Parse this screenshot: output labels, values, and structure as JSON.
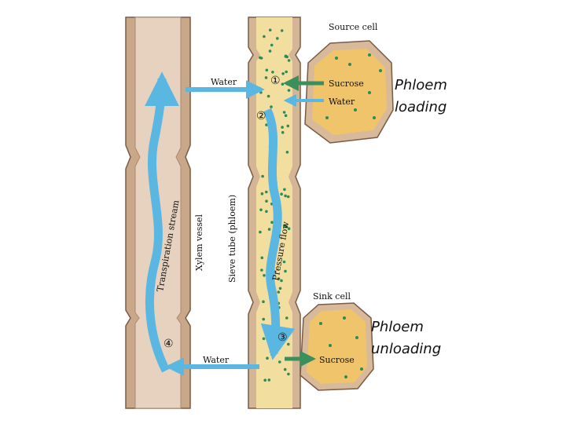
{
  "labels": {
    "source_cell": "Source cell",
    "sink_cell": "Sink cell",
    "water_top": "Water",
    "water_bottom": "Water",
    "sucrose_in": "Sucrose",
    "water_in": "Water",
    "sucrose_out": "Sucrose",
    "phloem_loading_1": "Phloem",
    "phloem_loading_2": "loading",
    "phloem_unloading_1": "Phloem",
    "phloem_unloading_2": "unloading",
    "transpiration_stream": "Transpiration stream",
    "xylem_vessel": "Xylem vessel",
    "sieve_tube": "Sieve tube (phloem)",
    "pressure_flow": "Pressure flow",
    "step_1": "①",
    "step_2": "②",
    "step_3": "③",
    "step_4": "④"
  },
  "colors": {
    "xylem_wall": "#c9a88a",
    "xylem_fill": "#e6d2bf",
    "phloem_fill": "#f2dfa0",
    "cell_fill": "#f0c46a",
    "cell_wall": "#d8b99a",
    "dot": "#2f8a55",
    "arrow_blue": "#5ab7e2",
    "arrow_green": "#3a8f5a",
    "outline": "#7a5b45"
  }
}
